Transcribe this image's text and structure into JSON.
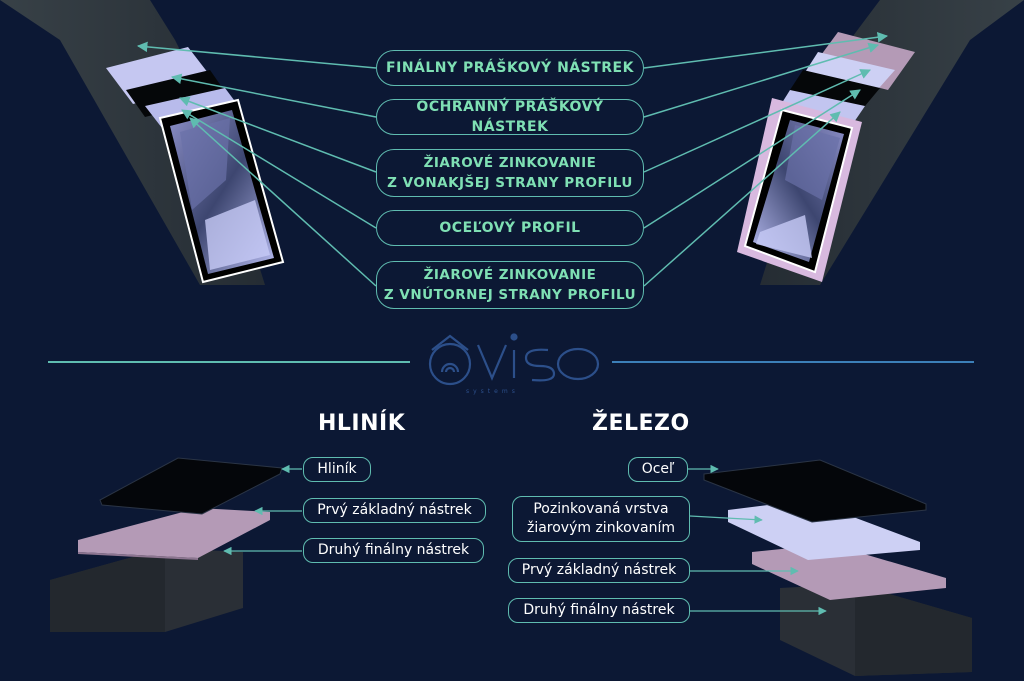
{
  "top_labels": [
    "FINÁLNY PRÁŠKOVÝ NÁSTREK",
    "OCHRANNÝ PRÁŠKOVÝ NÁSTREK",
    "ŽIAROVÉ ZINKOVANIE\nZ VONAKJŠEJ STRANY PROFILU",
    "OCEĽOVÝ PROFIL",
    "ŽIAROVÉ ZINKOVANIE\nZ VNÚTORNEJ STRANY PROFILU"
  ],
  "brand": {
    "logo_word": "viso",
    "sub": "systems"
  },
  "aluminium": {
    "heading": "HLINÍK",
    "labels": [
      "Hliník",
      "Prvý základný nástrek",
      "Druhý finálny nástrek"
    ]
  },
  "iron": {
    "heading": "ŽELEZO",
    "labels": [
      "Oceľ",
      "Pozinkovaná vrstva\nžiarovým zinkovaním",
      "Prvý základný nástrek",
      "Druhý finálny nástrek"
    ]
  },
  "colors": {
    "background": "#0c1834",
    "accent": "#5fbcb0",
    "label_text": "#7fe0b4",
    "lavender_layer": "#c6c8f0",
    "pink_layer": "#b49ab6",
    "dark_body": "#2a2f36"
  }
}
